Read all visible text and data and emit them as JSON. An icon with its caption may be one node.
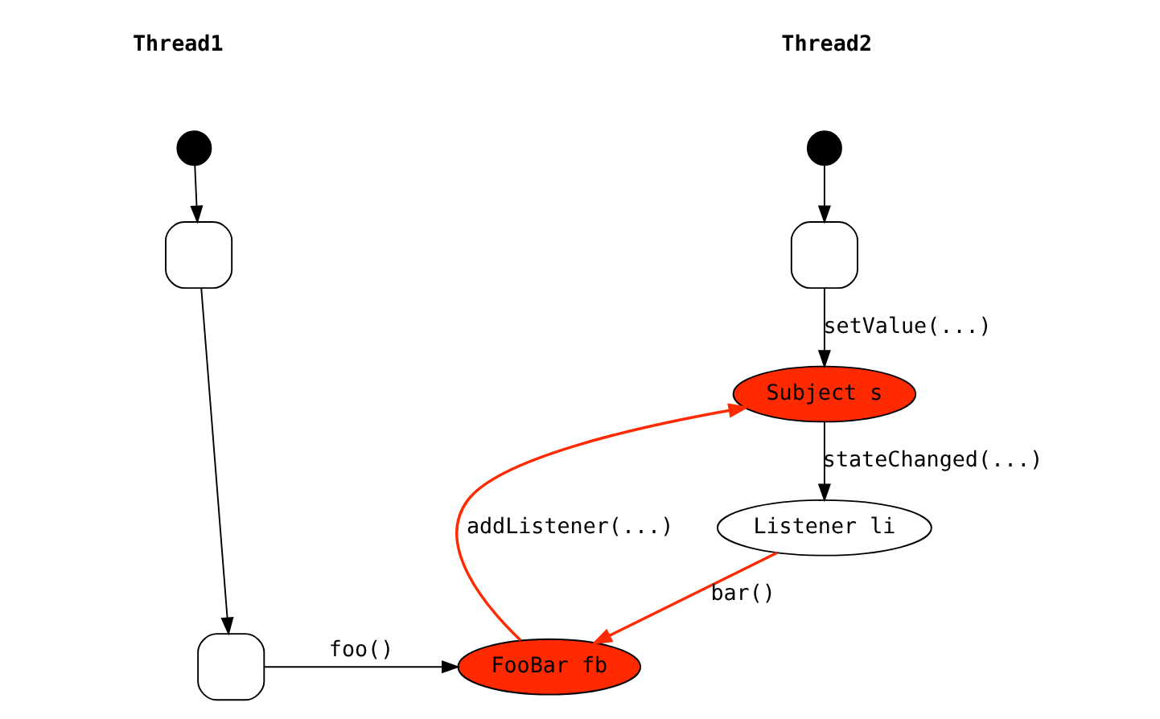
{
  "diagram": {
    "nodes": [
      {
        "text": [],
        "shape": "circle"
      },
      {
        "text": [],
        "shape": "box"
      },
      {
        "text": [],
        "shape": "box"
      },
      {
        "text": [],
        "shape": "circle"
      },
      {
        "text": [],
        "shape": "box"
      },
      {
        "text": [
          "Subject s"
        ]
      },
      {
        "text": [
          "Listener li"
        ]
      },
      {
        "text": [
          "FooBar fb"
        ]
      }
    ],
    "edges": [
      {
        "from": 0,
        "to": 1,
        "arrow": "to"
      },
      {
        "from": 1,
        "to": 2,
        "arrow": "to"
      },
      {
        "from": 2,
        "to": 7,
        "arrow": "to",
        "label": "foo()"
      },
      {
        "from": 3,
        "to": 4,
        "arrow": "to"
      },
      {
        "from": 4,
        "to": 5,
        "arrow": "to",
        "label": "setValue(...)"
      },
      {
        "from": 5,
        "to": 6,
        "arrow": "to",
        "label": "stateChanged(...)"
      },
      {
        "from": 6,
        "to": 7,
        "arrow": "to",
        "label": "bar()",
        "color": "#ff2a00"
      },
      {
        "from": 7,
        "to": 5,
        "arrow": "to",
        "label": "addListener(...)",
        "color": "#ff2a00"
      }
    ],
    "labels": [
      "Thread1",
      "Thread2"
    ]
  }
}
